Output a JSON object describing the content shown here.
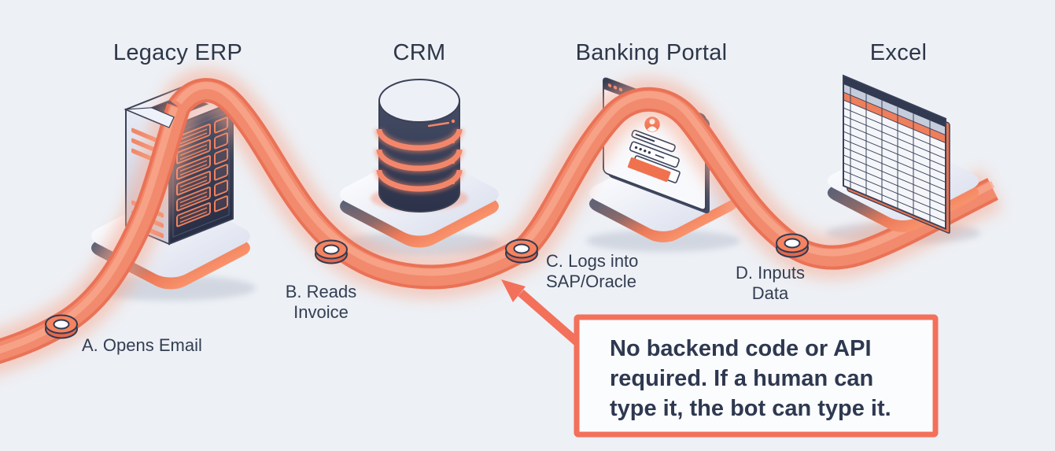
{
  "background_color": "#edf0f5",
  "colors": {
    "ribbon_coral": "#f2826a",
    "callout_border": "#f3705a",
    "illustration_navy": "#323a52",
    "text_dark": "#2e3950",
    "platform_light": "#eef1f9"
  },
  "systems": [
    {
      "name": "Legacy ERP",
      "illustration": "server-tower"
    },
    {
      "name": "CRM",
      "illustration": "database-stack"
    },
    {
      "name": "Banking Portal",
      "illustration": "browser-login-window"
    },
    {
      "name": "Excel",
      "illustration": "spreadsheet"
    }
  ],
  "steps": [
    {
      "marker": "A",
      "lines": [
        "A. Opens Email"
      ]
    },
    {
      "marker": "B",
      "lines": [
        "B. Reads",
        "Invoice"
      ]
    },
    {
      "marker": "C",
      "lines": [
        "C. Logs into",
        "SAP/Oracle"
      ]
    },
    {
      "marker": "D",
      "lines": [
        "D. Inputs",
        "Data"
      ]
    }
  ],
  "callout": {
    "lines": [
      "No backend code or API",
      "required. If a human can",
      "type it, the bot can type it."
    ]
  }
}
